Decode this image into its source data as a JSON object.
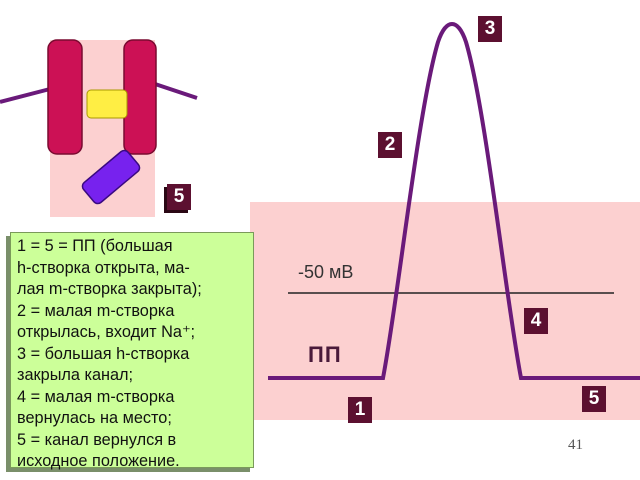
{
  "badges": {
    "b1": "1",
    "b2": "2",
    "b3": "3",
    "b4": "4",
    "b5_curve": "5",
    "b5_channel": "5"
  },
  "curve": {
    "threshold_label": "-50 мВ",
    "resting_label": "ПП"
  },
  "legend": {
    "lines": [
      "1 = 5 = ПП (большая",
      "h-створка открыта, ма-",
      "лая m-створка закрыта);",
      "2 = малая m-створка",
      "открылась, входит Na⁺;",
      "3 = большая h-створка",
      "закрыла канал;",
      "4 = малая m-створка",
      "вернулась на место;",
      "5 = канал вернулся  в",
      "исходное положение."
    ]
  },
  "page_number": "41",
  "colors": {
    "band": "#fcd0d0",
    "curve": "#6a1a7a",
    "badge": "#5c1030",
    "legend_bg": "#ccff99",
    "gate_m": "#7722ee",
    "gate_h": "#ffee44",
    "channel_wall": "#cc1155"
  }
}
